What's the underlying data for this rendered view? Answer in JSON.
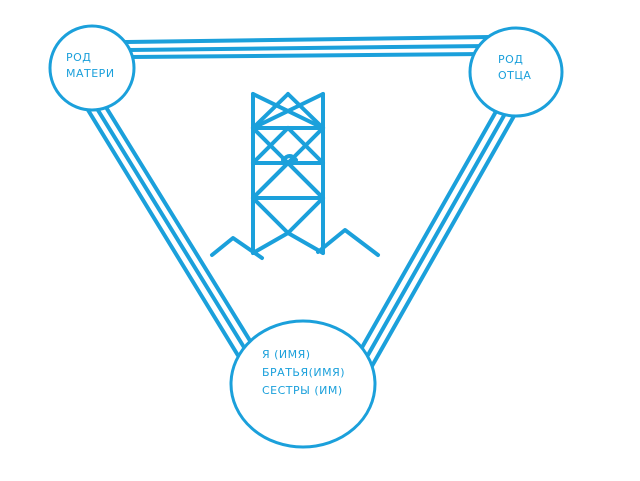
{
  "diagram": {
    "stroke_color": "#1ba0db",
    "background": "#ffffff",
    "nodes": {
      "mother": {
        "lines": [
          "РОД",
          "МАТЕРИ"
        ]
      },
      "father": {
        "lines": [
          "РОД",
          "ОТЦА"
        ]
      },
      "self": {
        "lines": [
          "Я (ИМЯ)",
          "БРАТЬЯ(ИМЯ)",
          "СЕСТРЫ (ИМ)"
        ]
      }
    },
    "center_symbol": {
      "icon": "tower-rune-icon"
    }
  }
}
